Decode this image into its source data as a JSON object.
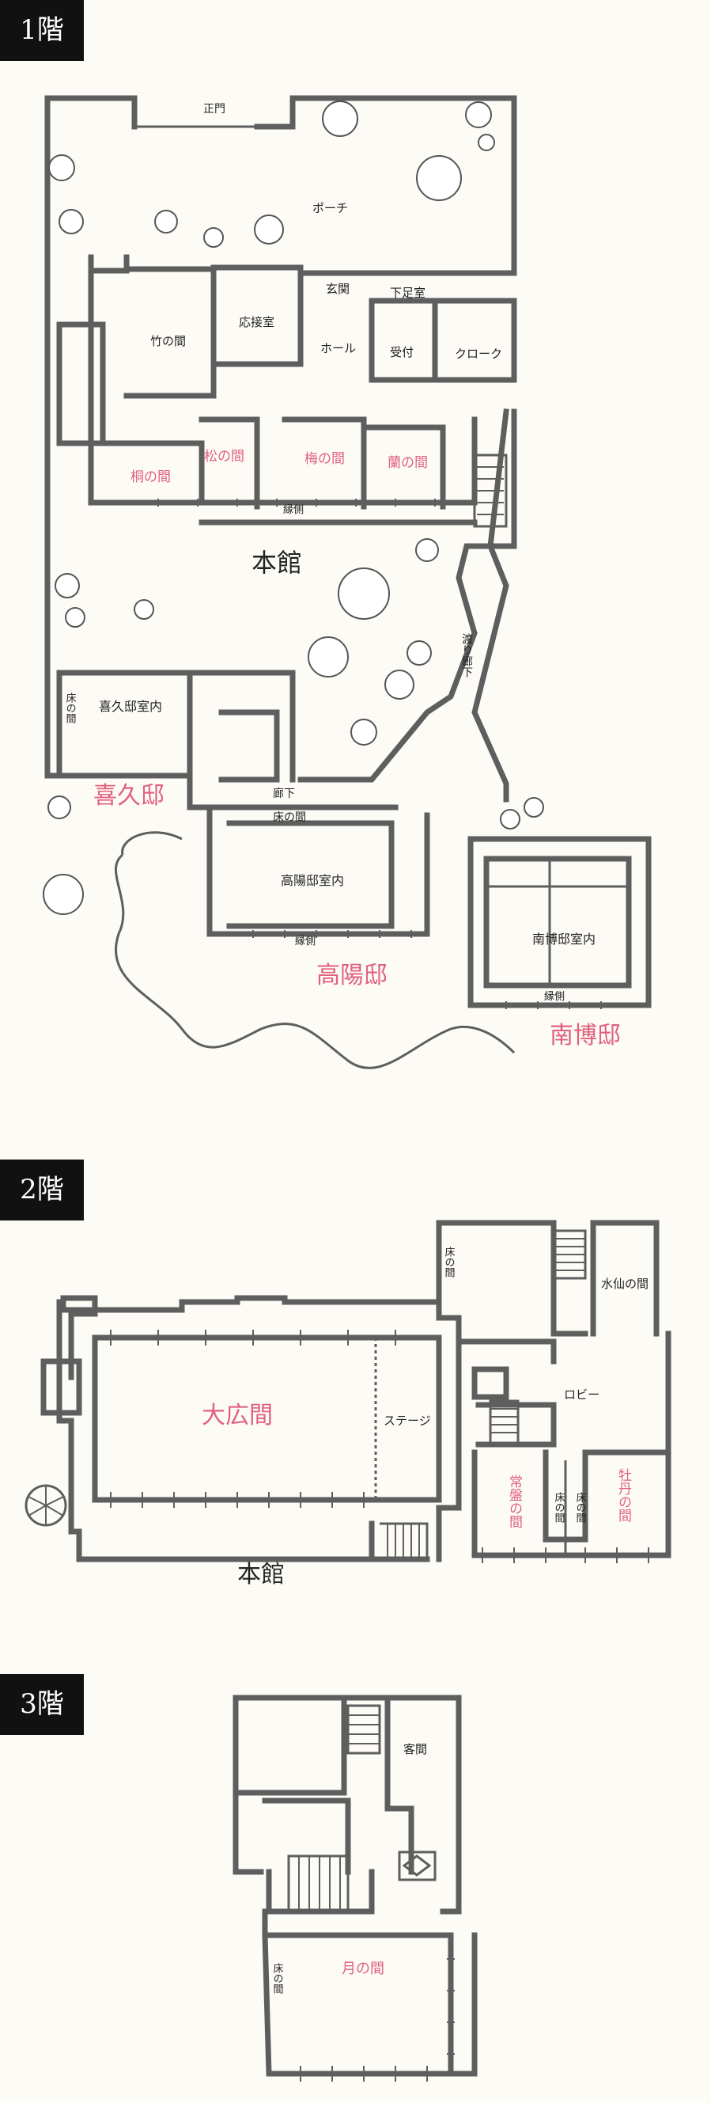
{
  "floors": [
    {
      "tag": "1階"
    },
    {
      "tag": "2階"
    },
    {
      "tag": "3階"
    }
  ],
  "floor1": {
    "rooms": {
      "seimon": "正門",
      "porch": "ポーチ",
      "genkan": "玄関",
      "gesokushitsu": "下足室",
      "hall": "ホール",
      "uketsuke": "受付",
      "cloak": "クローク",
      "take": "竹の間",
      "osetsushitsu": "応接室",
      "kiri": "桐の間",
      "matsu": "松の間",
      "ume": "梅の間",
      "ran": "蘭の間",
      "engawa1": "縁側",
      "honkan": "本館",
      "watari_roka": "渡り廊下",
      "tokonoma1": "床の間",
      "kikyu_naishitsu": "喜久邸室内",
      "kikyu": "喜久邸",
      "roka": "廊下",
      "tokonoma2": "床の間",
      "koyo_naishitsu": "高陽邸室内",
      "engawa2": "縁側",
      "koyo": "高陽邸",
      "nanpaku_naishitsu": "南博邸室内",
      "engawa3": "縁側",
      "nanpaku": "南博邸"
    }
  },
  "floor2": {
    "rooms": {
      "tokonoma_nw": "床の間",
      "suisen": "水仙の間",
      "ohiroma": "大広間",
      "stage": "ステージ",
      "lobby": "ロビー",
      "tokiwa": "常盤の間",
      "tokonoma_a": "床の間",
      "tokonoma_b": "床の間",
      "botan": "牡丹の間",
      "honkan": "本館"
    }
  },
  "floor3": {
    "rooms": {
      "kyakuma": "客間",
      "tokonoma": "床の間",
      "tsuki": "月の間"
    }
  }
}
